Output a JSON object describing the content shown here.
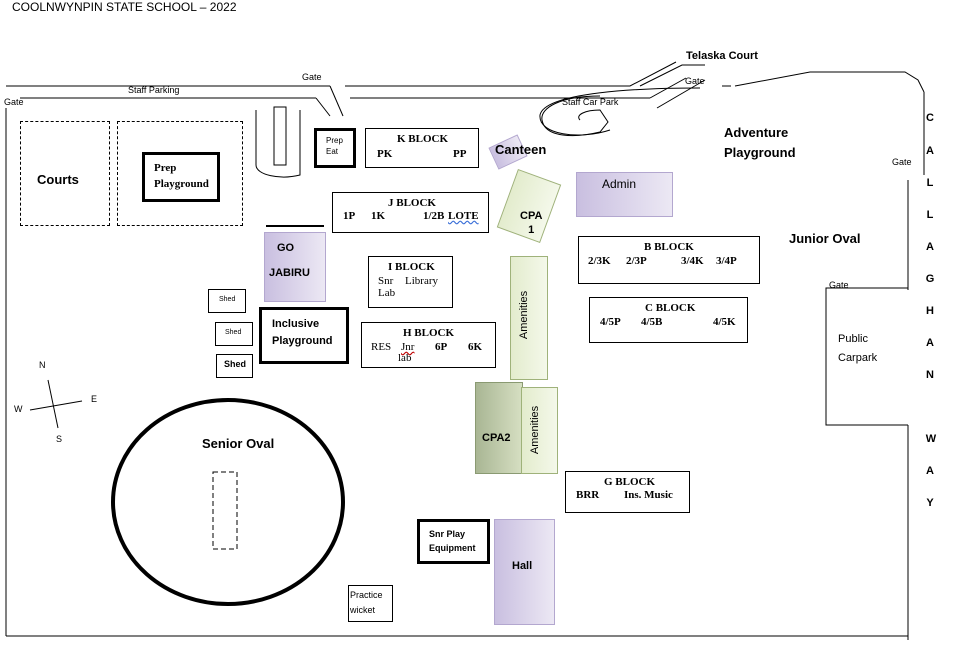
{
  "title": "COOLNWYNPIN STATE SCHOOL – 2022",
  "roads": {
    "telaska_court": "Telaska Court",
    "staff_parking": "Staff Parking",
    "staff_car_park": "Staff Car Park",
    "callaghan_way_letters": [
      "C",
      "A",
      "L",
      "L",
      "A",
      "G",
      "H",
      "A",
      "N",
      "W",
      "A",
      "Y"
    ]
  },
  "gates": {
    "gate_left": "Gate",
    "gate_top": "Gate",
    "gate_telaska": "Gate",
    "gate_right": "Gate",
    "gate_carpark": "Gate"
  },
  "areas": {
    "courts": "Courts",
    "prep_playground": "Prep\nPlayground",
    "prep_eat": "Prep\nEat",
    "canteen": "Canteen",
    "admin": "Admin",
    "adventure_playground": "Adventure\nPlayground",
    "junior_oval": "Junior Oval",
    "public_carpark": "Public\nCarpark",
    "go_jabiru_1": "GO",
    "go_jabiru_2": "JABIRU",
    "cpa1": "CPA\n1",
    "cpa2": "CPA2",
    "amenities_1": "Amenities",
    "amenities_2": "Amenities",
    "shed_1": "Shed",
    "shed_2": "Shed",
    "shed_3": "Shed",
    "inclusive_playground": "Inclusive\nPlayground",
    "senior_oval": "Senior Oval",
    "snr_play_equipment": "Snr Play\nEquipment",
    "hall": "Hall",
    "practice_wicket": "Practice\nwicket"
  },
  "blocks": {
    "k": {
      "title": "K BLOCK",
      "rooms": [
        "PK",
        "PP"
      ]
    },
    "j": {
      "title": "J BLOCK",
      "rooms": [
        "1P",
        "1K",
        "1/2B",
        "LOTE"
      ]
    },
    "i": {
      "title": "I BLOCK",
      "rooms": [
        "Snr",
        "Library",
        "Lab"
      ]
    },
    "h": {
      "title": "H BLOCK",
      "rooms": [
        "RES",
        "Jnr",
        "lab",
        "6P",
        "6K"
      ]
    },
    "b": {
      "title": "B BLOCK",
      "rooms": [
        "2/3K",
        "2/3P",
        "3/4K",
        "3/4P"
      ]
    },
    "c": {
      "title": "C BLOCK",
      "rooms": [
        "4/5P",
        "4/5B",
        "4/5K"
      ]
    },
    "g": {
      "title": "G BLOCK",
      "rooms": [
        "BRR",
        "Ins. Music"
      ]
    }
  },
  "compass": {
    "n": "N",
    "s": "S",
    "e": "E",
    "w": "W"
  }
}
